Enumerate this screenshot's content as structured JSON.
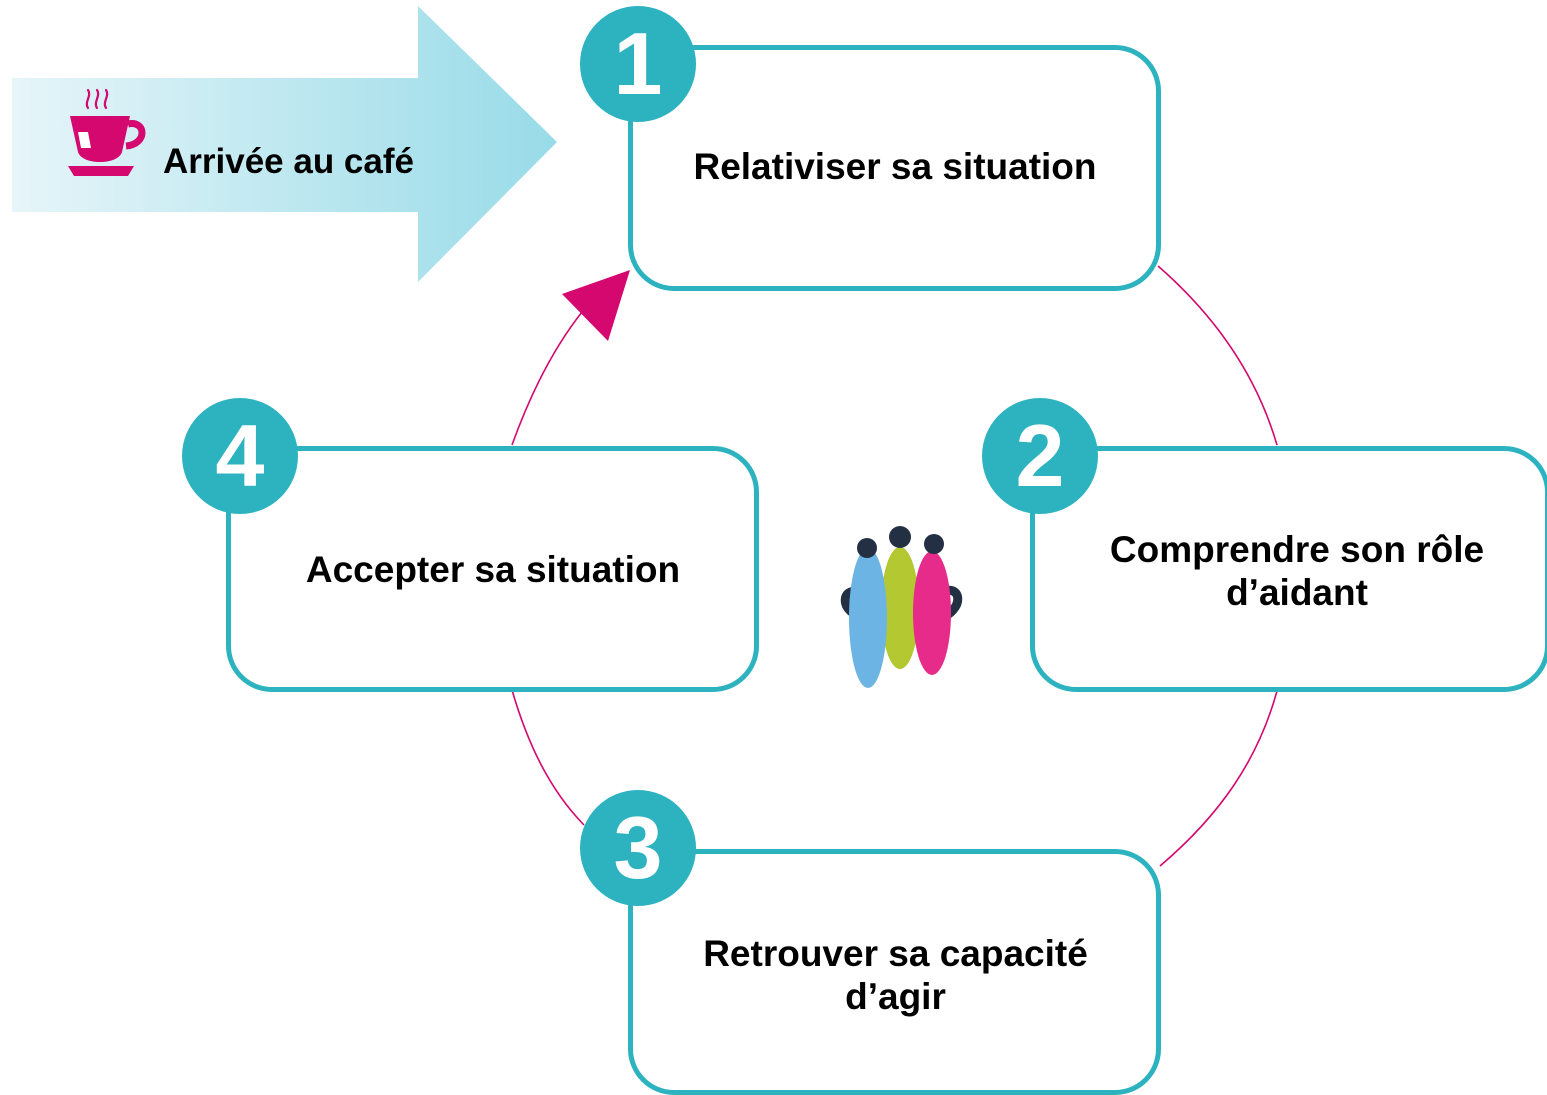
{
  "arrival": {
    "label": "Arrivée au café",
    "icon": "coffee-cup-icon"
  },
  "steps": [
    {
      "number": "1",
      "label": "Relativiser sa situation"
    },
    {
      "number": "2",
      "label": "Comprendre son rôle d’aidant"
    },
    {
      "number": "3",
      "label": "Retrouver sa capacité d’agir"
    },
    {
      "number": "4",
      "label": "Accepter sa situation"
    }
  ],
  "center_logo": {
    "icon": "people-group-logo-icon"
  },
  "colors": {
    "teal": "#2db3c0",
    "magenta": "#d4086f",
    "arrow_light": "#e4f4f8",
    "arrow_dark": "#9bdde9",
    "logo_blue": "#6cb4e4",
    "logo_green": "#b4c832",
    "logo_pink": "#e62b8a",
    "logo_dark": "#233044"
  }
}
